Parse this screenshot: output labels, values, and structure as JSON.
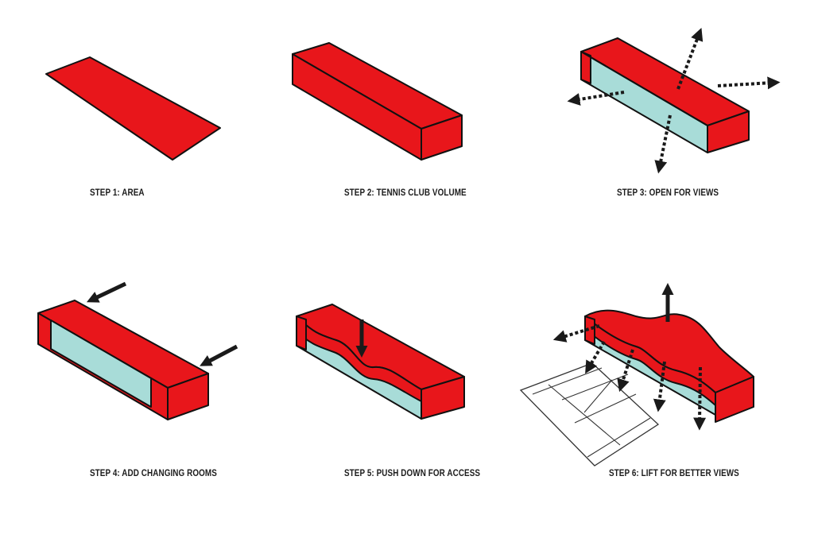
{
  "colors": {
    "volume": "#e8161b",
    "opening": "#a8dcd8",
    "outline": "#111111",
    "arrow": "#1a1a1a",
    "court_line": "#333333",
    "caption_text": "#1c1c1c"
  },
  "steps": [
    {
      "label": "STEP 1: AREA",
      "icon": "flat-site-plane"
    },
    {
      "label": "STEP 2: TENNIS CLUB VOLUME",
      "icon": "closed-box-volume"
    },
    {
      "label": "STEP 3: OPEN FOR VIEWS",
      "icon": "open-box-with-view-arrows"
    },
    {
      "label": "STEP 4: ADD CHANGING ROOMS",
      "icon": "box-with-inward-arrows"
    },
    {
      "label": "STEP 5: PUSH DOWN FOR ACCESS",
      "icon": "wave-box-with-down-arrow"
    },
    {
      "label": "STEP 6: LIFT FOR BETTER VIEWS",
      "icon": "wave-box-with-tennis-court"
    }
  ]
}
